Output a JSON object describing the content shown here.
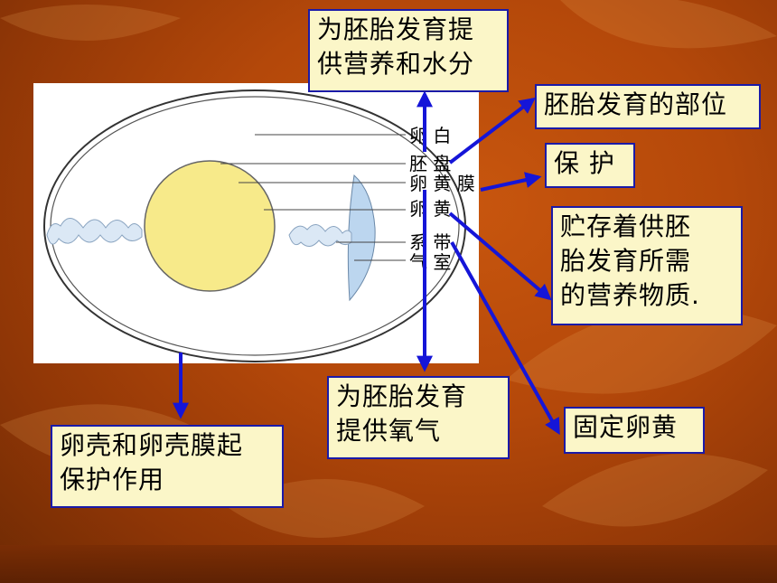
{
  "diagram": {
    "labels": {
      "egg_white": "卵 白",
      "blastodisc": "胚 盘",
      "vitelline_membrane": "卵 黄 膜",
      "yolk": "卵 黄",
      "chalaza": "系 带",
      "air_cell": "气 室"
    }
  },
  "callouts": {
    "egg_white_fn_1": "为胚胎发育提",
    "egg_white_fn_2": "供营养和水分",
    "blastodisc_fn": "胚胎发育的部位",
    "membrane_fn": "保 护",
    "yolk_fn_1": "贮存着供胚",
    "yolk_fn_2": "胎发育所需",
    "yolk_fn_3": "的营养物质.",
    "air_cell_fn_1": "为胚胎发育",
    "air_cell_fn_2": "提供氧气",
    "chalaza_fn": "固定卵黄",
    "shell_fn_1": "卵壳和卵壳膜起",
    "shell_fn_2": "保护作用"
  },
  "colors": {
    "arrow": "#1515d8",
    "box_border": "#1a1aa8",
    "box_fill": "#fbf6c8",
    "yolk": "#f7ea8a",
    "air_cell": "#bcd6ef"
  }
}
